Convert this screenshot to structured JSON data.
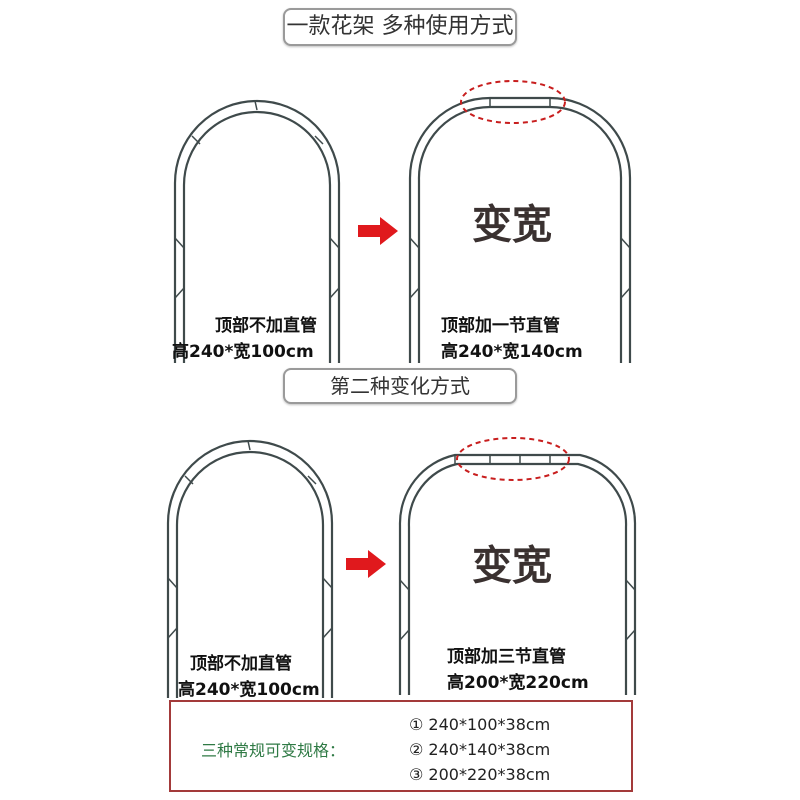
{
  "section1": {
    "title": "一款花架 多种使用方式",
    "left": {
      "line1": "顶部不加直管",
      "line2": "高240*宽100cm"
    },
    "right": {
      "line1": "顶部加一节直管",
      "line2": "高240*宽140cm",
      "overlay": "变宽"
    }
  },
  "section2": {
    "title": "第二种变化方式",
    "left": {
      "line1": "顶部不加直管",
      "line2": "高240*宽100cm"
    },
    "right": {
      "line1": "顶部加三节直管",
      "line2": "高200*宽220cm",
      "overlay": "变宽"
    }
  },
  "specs": {
    "title": "三种常规可变规格：",
    "items": [
      "① 240*100*38cm",
      "② 240*140*38cm",
      "③ 200*220*38cm"
    ]
  },
  "colors": {
    "frame": "#3f4a4b",
    "arrow": "#e0191d",
    "highlight_ellipse": "#c81e1e",
    "spec_border": "#a33a3a",
    "spec_title": "#2f7a45"
  }
}
